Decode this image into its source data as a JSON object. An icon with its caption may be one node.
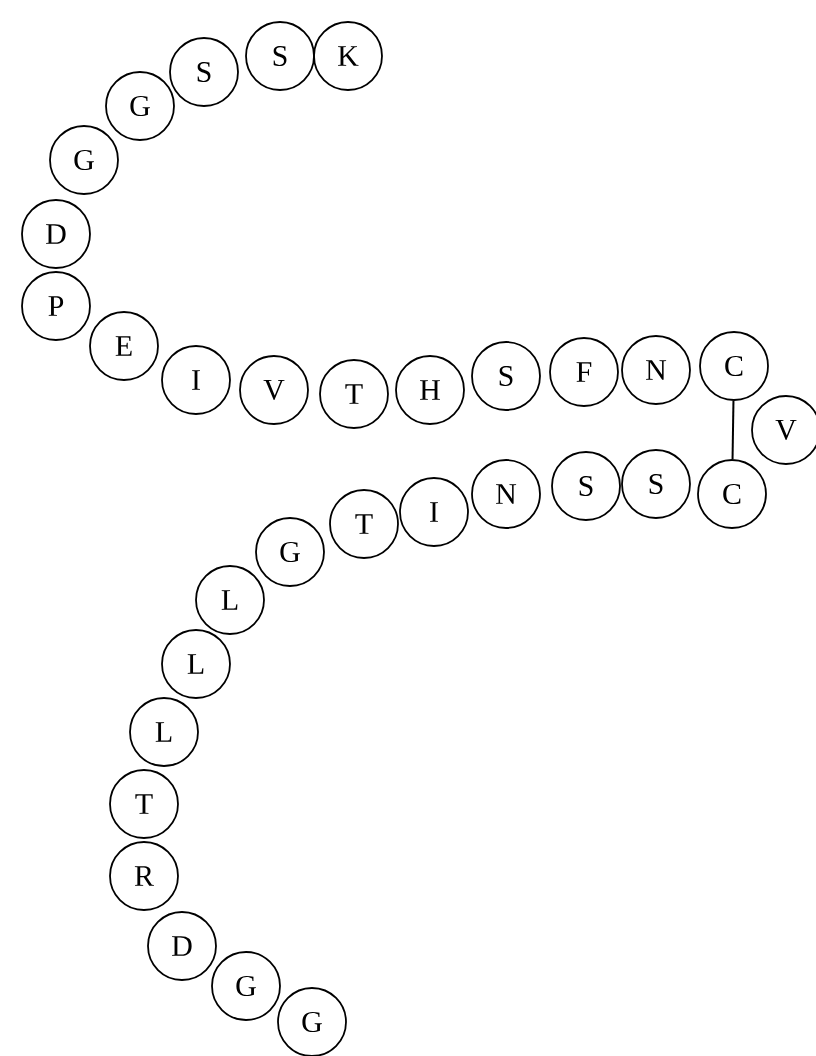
{
  "diagram": {
    "nodes": [
      {
        "text": [
          "K"
        ]
      },
      {
        "text": [
          "S"
        ]
      },
      {
        "text": [
          "S"
        ]
      },
      {
        "text": [
          "G"
        ]
      },
      {
        "text": [
          "G"
        ]
      },
      {
        "text": [
          "D"
        ]
      },
      {
        "text": [
          "P"
        ]
      },
      {
        "text": [
          "E"
        ]
      },
      {
        "text": [
          "I"
        ]
      },
      {
        "text": [
          "V"
        ]
      },
      {
        "text": [
          "T"
        ]
      },
      {
        "text": [
          "H"
        ]
      },
      {
        "text": [
          "S"
        ]
      },
      {
        "text": [
          "F"
        ]
      },
      {
        "text": [
          "N"
        ]
      },
      {
        "text": [
          "C"
        ]
      },
      {
        "text": [
          "V"
        ]
      },
      {
        "text": [
          "C"
        ]
      },
      {
        "text": [
          "S"
        ]
      },
      {
        "text": [
          "S"
        ]
      },
      {
        "text": [
          "N"
        ]
      },
      {
        "text": [
          "I"
        ]
      },
      {
        "text": [
          "T"
        ]
      },
      {
        "text": [
          "G"
        ]
      },
      {
        "text": [
          "L"
        ]
      },
      {
        "text": [
          "L"
        ]
      },
      {
        "text": [
          "L"
        ]
      },
      {
        "text": [
          "T"
        ]
      },
      {
        "text": [
          "R"
        ]
      },
      {
        "text": [
          "D"
        ]
      },
      {
        "text": [
          "G"
        ]
      },
      {
        "text": [
          "G"
        ]
      }
    ],
    "edges": [
      {
        "from": 15,
        "to": 17,
        "arrow": "none"
      }
    ]
  }
}
